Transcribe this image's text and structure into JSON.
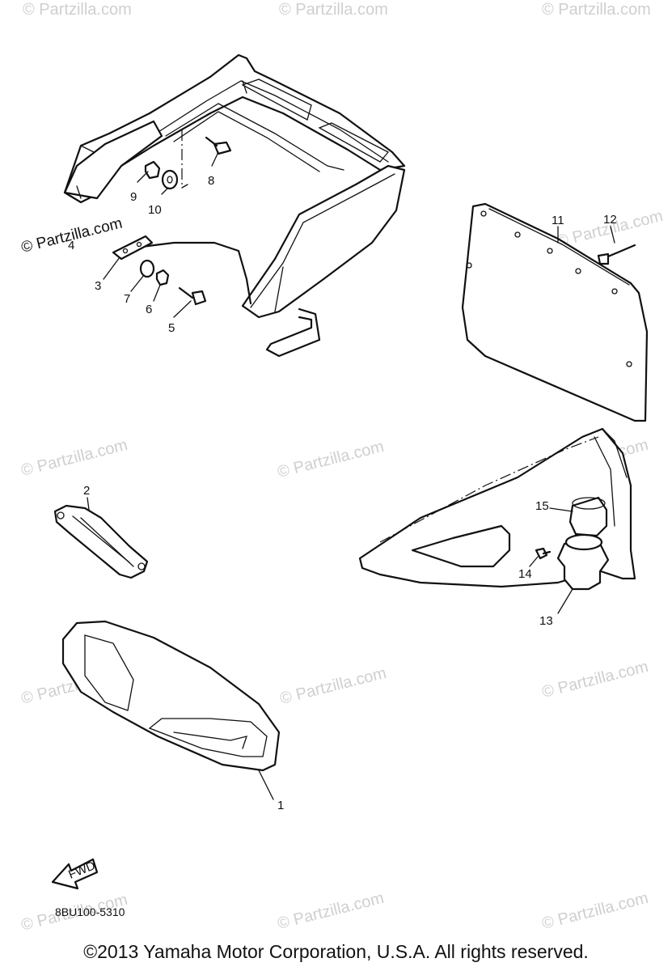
{
  "watermark": "© Partzilla.com",
  "callouts": [
    "1",
    "2",
    "3",
    "4",
    "5",
    "6",
    "7",
    "8",
    "9",
    "10",
    "11",
    "12",
    "13",
    "14",
    "15"
  ],
  "fwd_label": "FWD",
  "diagram_code": "8BU100-5310",
  "copyright": "©2013 Yamaha Motor Corporation, U.S.A. All rights reserved."
}
